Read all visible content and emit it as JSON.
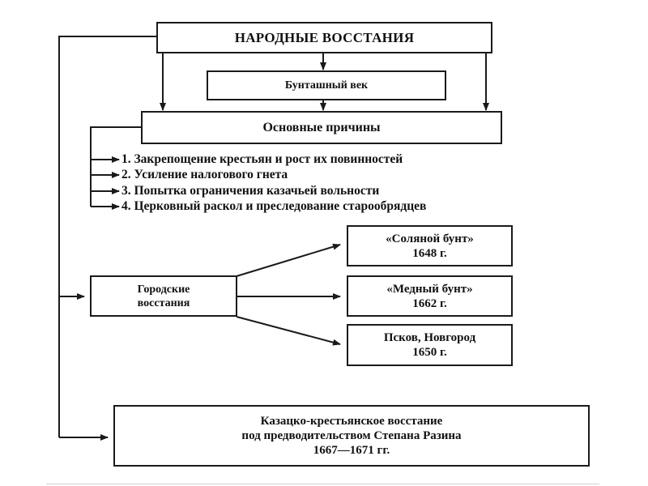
{
  "diagram": {
    "title": "НАРОДНЫЕ ВОССТАНИЯ",
    "era": "Бунташный век",
    "causes_header": "Основные причины",
    "causes": [
      "1. Закрепощение крестьян и рост их повинностей",
      "2. Усиление налогового гнета",
      "3. Попытка ограничения казачьей вольности",
      "4. Церковный раскол и преследование старообрядцев"
    ],
    "urban": {
      "label_line1": "Городские",
      "label_line2": "восстания",
      "events": [
        {
          "name": "«Соляной бунт»",
          "year": "1648 г."
        },
        {
          "name": "«Медный бунт»",
          "year": "1662 г."
        },
        {
          "name": "Псков, Новгород",
          "year": "1650 г."
        }
      ]
    },
    "razin": {
      "line1": "Казацко-крестьянское восстание",
      "line2": "под предводительством Степана Разина",
      "line3": "1667—1671 гг."
    }
  }
}
